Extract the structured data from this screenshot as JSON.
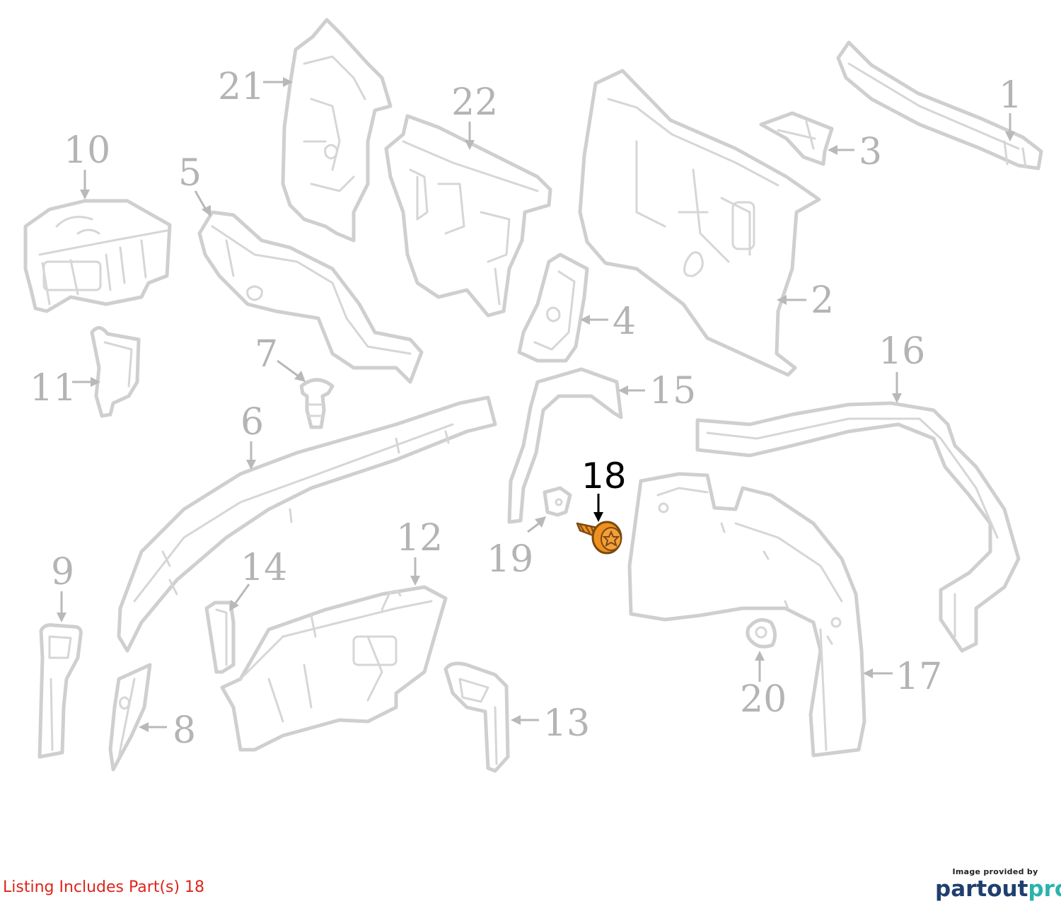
{
  "diagram": {
    "callouts": [
      "1",
      "2",
      "3",
      "4",
      "5",
      "6",
      "7",
      "8",
      "9",
      "10",
      "11",
      "12",
      "13",
      "14",
      "15",
      "16",
      "17",
      "18",
      "19",
      "20",
      "21",
      "22"
    ],
    "highlighted_callout": "18",
    "highlight_color": "#f0901e",
    "part_color": "#cfcfcf",
    "callout_color": "#b4b4b4"
  },
  "listing": {
    "text": "Listing Includes Part(s)  18",
    "color": "#e0241b"
  },
  "credit": {
    "line": "Image provided by",
    "brand_part1": "partout",
    "brand_part2": "pro",
    "brand_color": "#1f3f6e",
    "accent_color": "#2bb3ad"
  }
}
